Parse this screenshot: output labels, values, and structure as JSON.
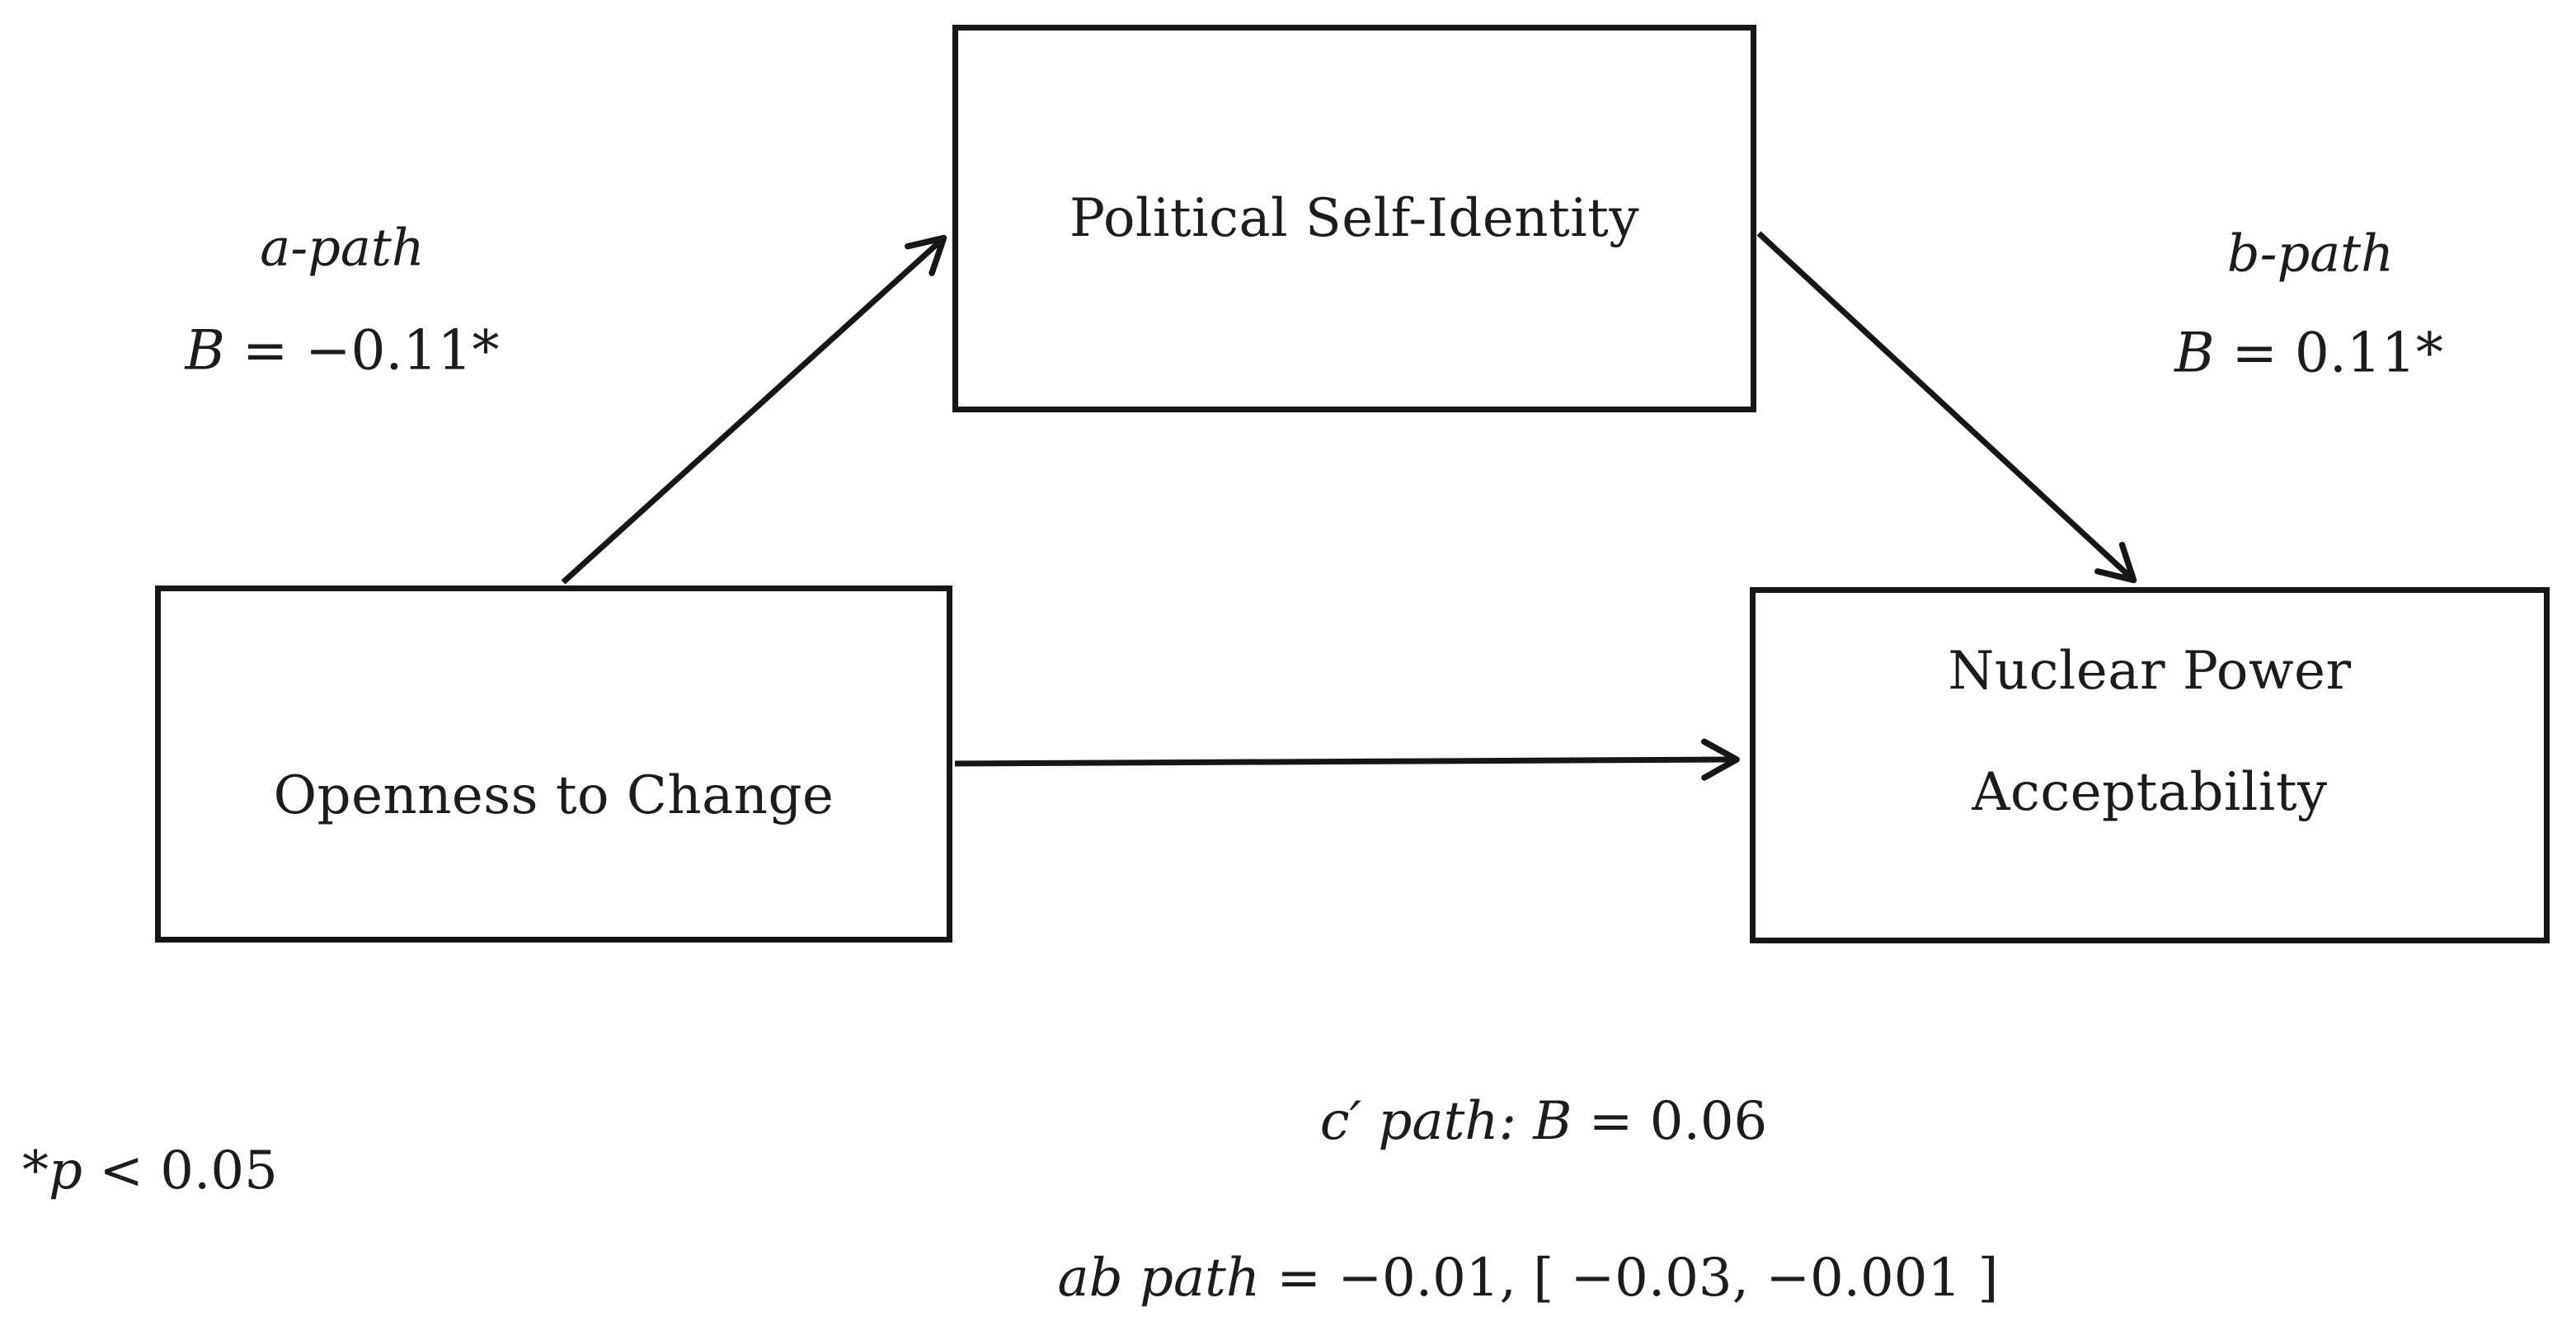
{
  "boxes": {
    "mediator": "Political Self-Identity",
    "predictor": "Openness to Change",
    "outcome_line1": "Nuclear Power",
    "outcome_line2": "Acceptability"
  },
  "path_labels": {
    "a_name": "a-path",
    "a_stat_var": "B",
    "a_stat_value": " = −0.11*",
    "b_name": "b-path",
    "b_stat_var": "B",
    "b_stat_value": " = 0.11*",
    "c_name_and_var": "c′ path: B",
    "c_value": " = 0.06",
    "ab_name": "ab path",
    "ab_value": " = −0.01, [ −0.03, −0.001 ]"
  },
  "note": {
    "star": "*",
    "var": "p",
    "value": " < 0.05"
  },
  "colors": {
    "ink": "#1c1c1c",
    "background": "#ffffff"
  }
}
